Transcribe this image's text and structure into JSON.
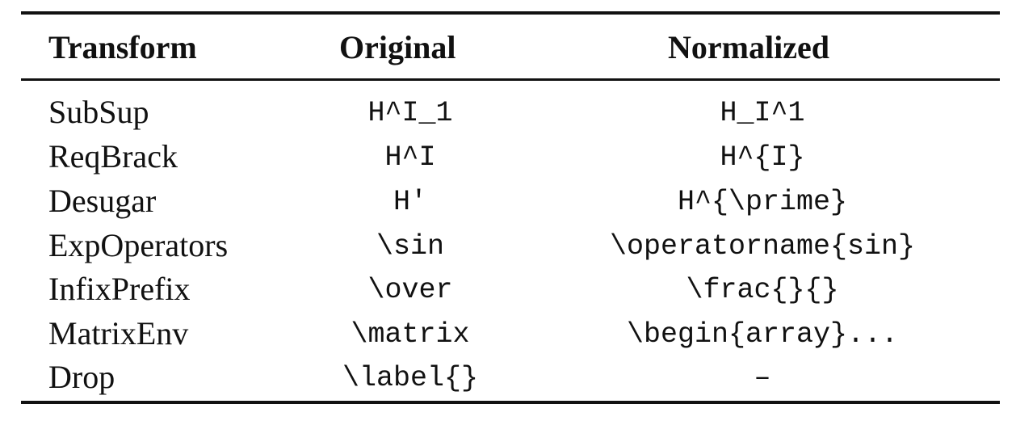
{
  "table": {
    "headers": [
      "Transform",
      "Original",
      "Normalized"
    ],
    "rows": [
      {
        "transform": "SubSup",
        "original": "H^I_1",
        "normalized": "H_I^1"
      },
      {
        "transform": "ReqBrack",
        "original": "H^I",
        "normalized": "H^{I}"
      },
      {
        "transform": "Desugar",
        "original": "H′",
        "normalized": "H^{\\prime}"
      },
      {
        "transform": "ExpOperators",
        "original": "\\sin",
        "normalized": "\\operatorname{sin}"
      },
      {
        "transform": "InfixPrefix",
        "original": "\\over",
        "normalized": "\\frac{}{}"
      },
      {
        "transform": "MatrixEnv",
        "original": "\\matrix",
        "normalized": "\\begin{array}..."
      },
      {
        "transform": "Drop",
        "original": "\\label{}",
        "normalized": "–"
      }
    ]
  }
}
